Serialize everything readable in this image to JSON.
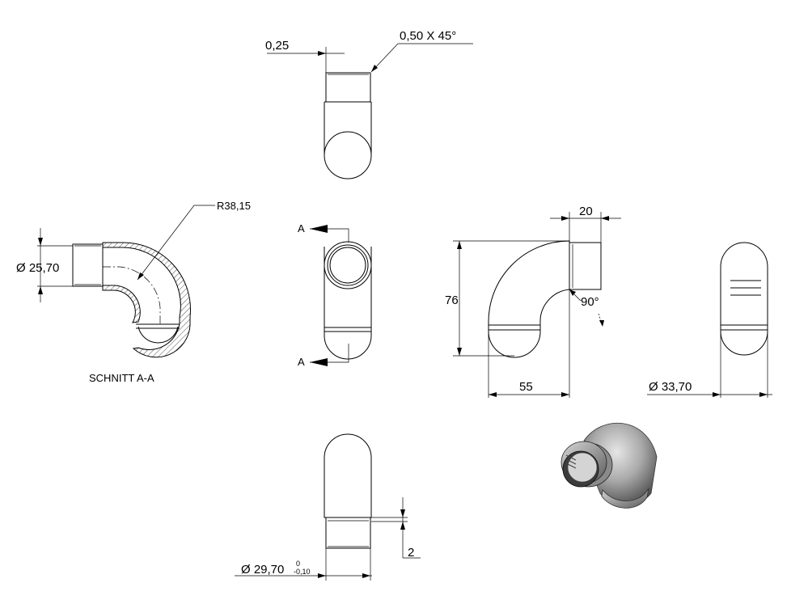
{
  "dimensions": {
    "wall_offset": "0,25",
    "chamfer": "0,50 X 45°",
    "bend_radius": "R38,15",
    "inner_diameter": "Ø 25,70",
    "section_marker": "A",
    "collar_length": "20",
    "height": "76",
    "angle": "90°",
    "width": "55",
    "outer_diameter": "Ø 33,70",
    "spigot_diameter": "Ø 29,70",
    "tol_upper": "0",
    "tol_lower": "-0,10",
    "step": "2"
  },
  "section_title": "SCHNITT A-A"
}
